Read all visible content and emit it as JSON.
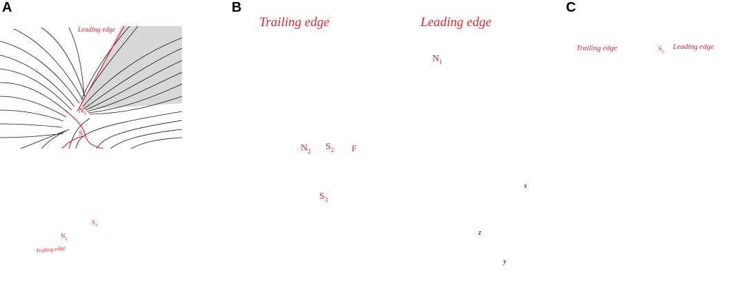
{
  "panels": {
    "a": {
      "letter": "A",
      "top_labels": {
        "leading_edge": "Leading edge",
        "node": "N",
        "node_sub": "1",
        "saddle": "S",
        "saddle_sub": "1"
      },
      "bottom_labels": {
        "node": "N",
        "node_sub": "2",
        "saddle": "S",
        "saddle_sub": "4",
        "trailing_edge": "Trailing edge"
      }
    },
    "b": {
      "letter": "B",
      "trailing_edge": "Trailing edge",
      "leading_edge": "Leading edge",
      "nodes": {
        "n1": "N",
        "n1_sub": "1",
        "n2": "N",
        "n2_sub": "2",
        "s2": "S",
        "s2_sub": "2",
        "f": "F",
        "s3": "S",
        "s3_sub": "3"
      },
      "axes": {
        "x": "x",
        "y": "y",
        "z": "z"
      }
    },
    "c": {
      "letter": "C",
      "trailing_edge": "Trailing edge",
      "leading_edge": "Leading edge",
      "saddle": "S",
      "saddle_sub": "5"
    }
  },
  "colors": {
    "annotation": "#e8272f",
    "streamline": "#111111",
    "surface_light": "#f4f4f4",
    "surface_dark": "#8a8a8a"
  }
}
